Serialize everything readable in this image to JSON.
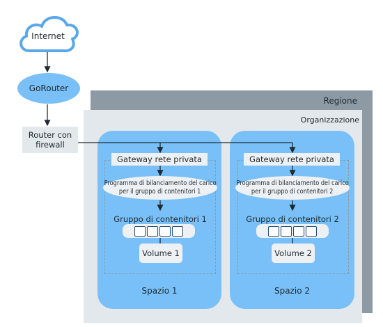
{
  "internet": {
    "label": "Internet"
  },
  "gorouter": {
    "label": "GoRouter"
  },
  "router": {
    "line1": "Router con",
    "line2": "firewall"
  },
  "region": {
    "label": "Regione"
  },
  "organization": {
    "label": "Organizzazione"
  },
  "spaces": [
    {
      "gateway": "Gateway rete privata",
      "load_balancer_line1": "Programma di bilanciamento del carico",
      "load_balancer_line2": "per il gruppo di contenitori 1",
      "container_group": "Gruppo di contenitori 1",
      "volume": "Volume 1",
      "label": "Spazio 1"
    },
    {
      "gateway": "Gateway rete privata",
      "load_balancer_line1": "Programma di bilanciamento del carico",
      "load_balancer_line2": "per il gruppo di contenitori 2",
      "container_group": "Gruppo di contenitori 2",
      "volume": "Volume 2",
      "label": "Spazio 2"
    }
  ],
  "colors": {
    "region": "#8e9aa3",
    "organization": "#e3e8ec",
    "space": "#78c0f7",
    "cloud_stroke": "#5aa8e8"
  }
}
